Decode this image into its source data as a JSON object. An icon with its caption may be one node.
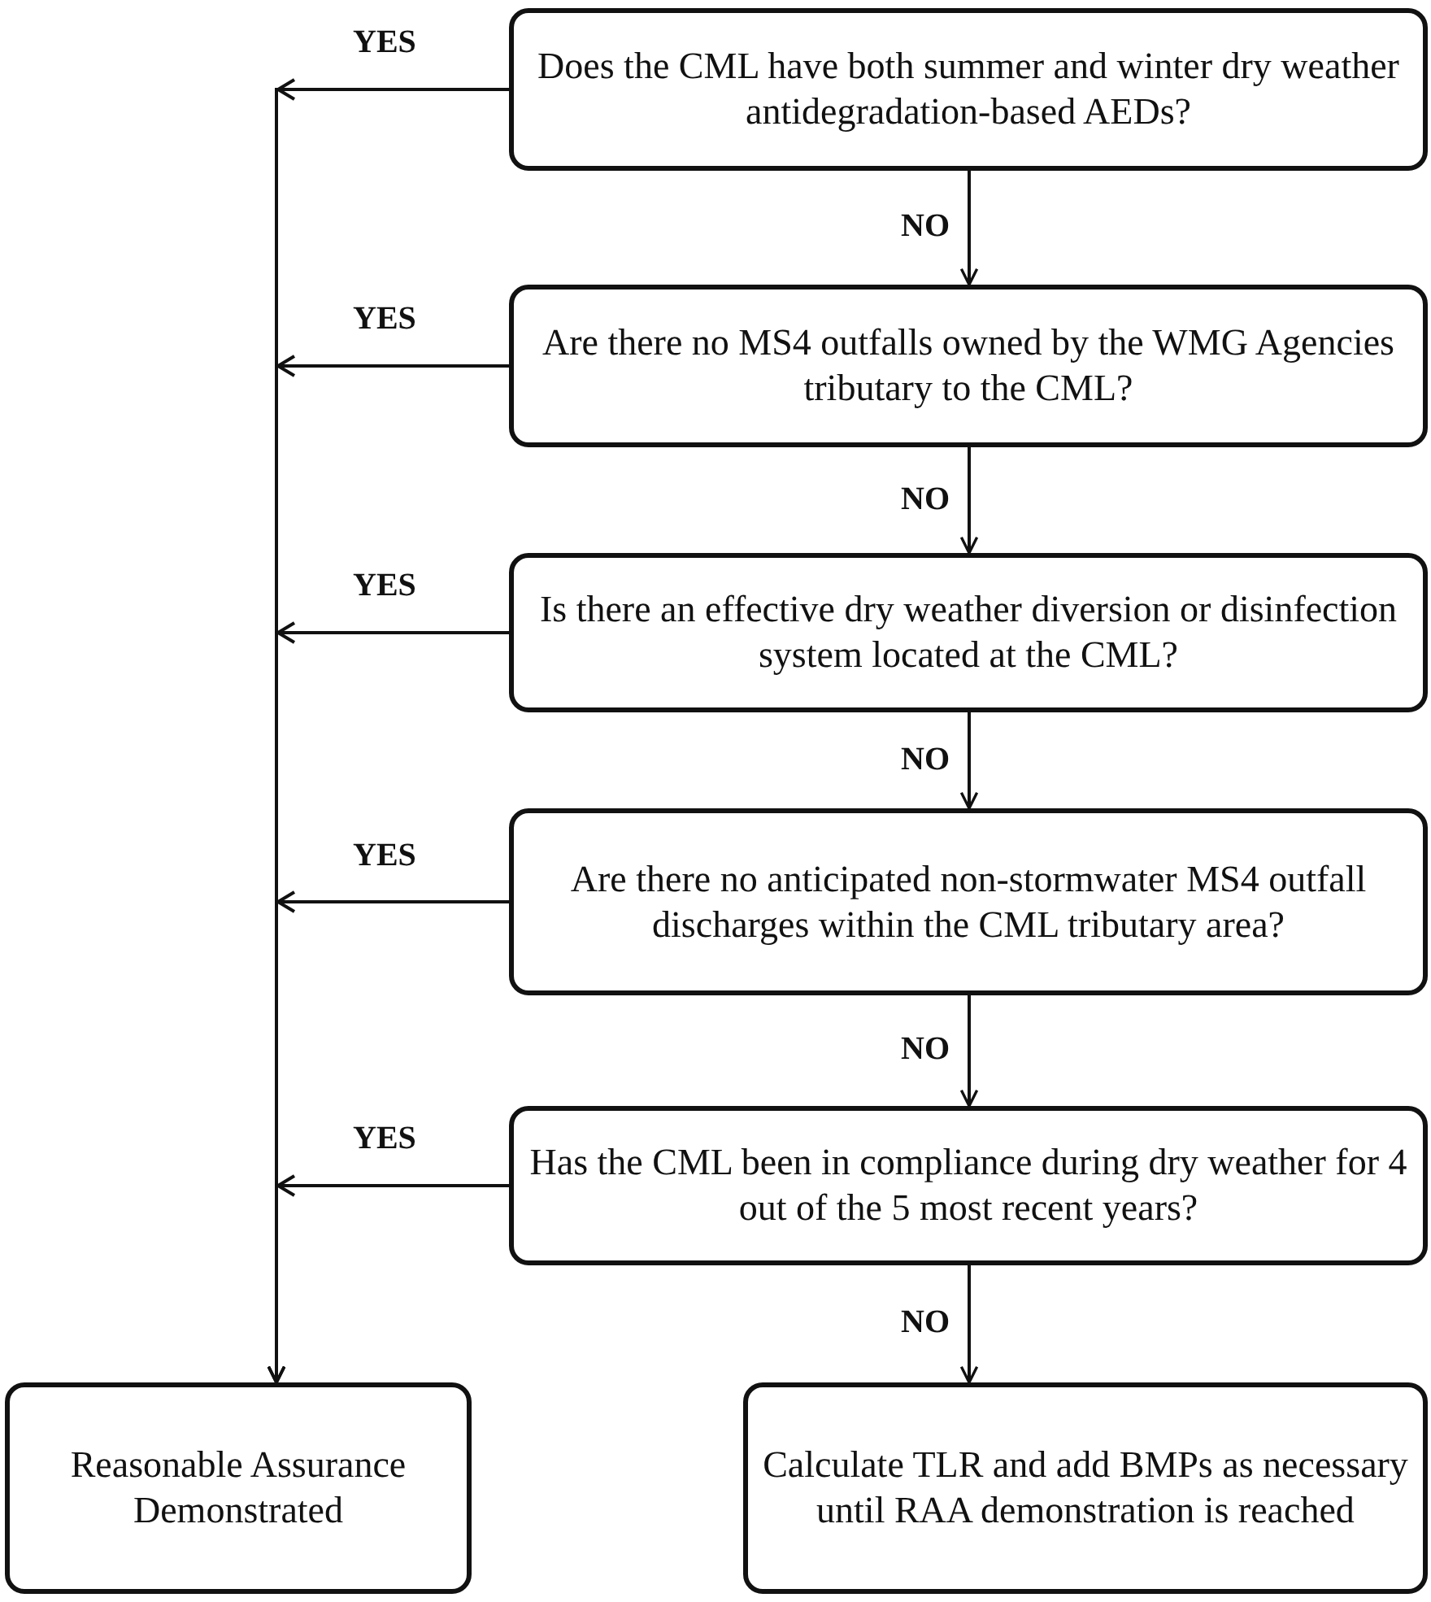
{
  "diagram": {
    "nodes": [
      {
        "text": [
          "Does the CML have both summer and winter dry weather antidegradation-based AEDs?"
        ]
      },
      {
        "text": [
          "Are there no MS4 outfalls owned by the WMG Agencies tributary to the CML?"
        ]
      },
      {
        "text": [
          "Is there an effective dry weather diversion or disinfection system located at the CML?"
        ]
      },
      {
        "text": [
          "Are there no anticipated non-stormwater MS4 outfall discharges within the CML tributary area?"
        ]
      },
      {
        "text": [
          "Has the CML been in compliance during dry weather for 4 out of the 5 most recent years?"
        ]
      },
      {
        "text": [
          "Reasonable Assurance Demonstrated"
        ]
      },
      {
        "text": [
          "Calculate TLR and add BMPs as necessary until RAA demonstration is reached"
        ]
      }
    ],
    "edges": [
      {
        "from": 0,
        "to": 1,
        "arrow": "to",
        "label": "NO"
      },
      {
        "from": 1,
        "to": 2,
        "arrow": "to",
        "label": "NO"
      },
      {
        "from": 2,
        "to": 3,
        "arrow": "to",
        "label": "NO"
      },
      {
        "from": 3,
        "to": 4,
        "arrow": "to",
        "label": "NO"
      },
      {
        "from": 4,
        "to": 6,
        "arrow": "to",
        "label": "NO"
      },
      {
        "from": 0,
        "to": 5,
        "arrow": "to",
        "label": "YES"
      },
      {
        "from": 1,
        "to": 5,
        "arrow": "to",
        "label": "YES"
      },
      {
        "from": 2,
        "to": 5,
        "arrow": "to",
        "label": "YES"
      },
      {
        "from": 3,
        "to": 5,
        "arrow": "to",
        "label": "YES"
      },
      {
        "from": 4,
        "to": 5,
        "arrow": "to",
        "label": "YES"
      }
    ]
  }
}
